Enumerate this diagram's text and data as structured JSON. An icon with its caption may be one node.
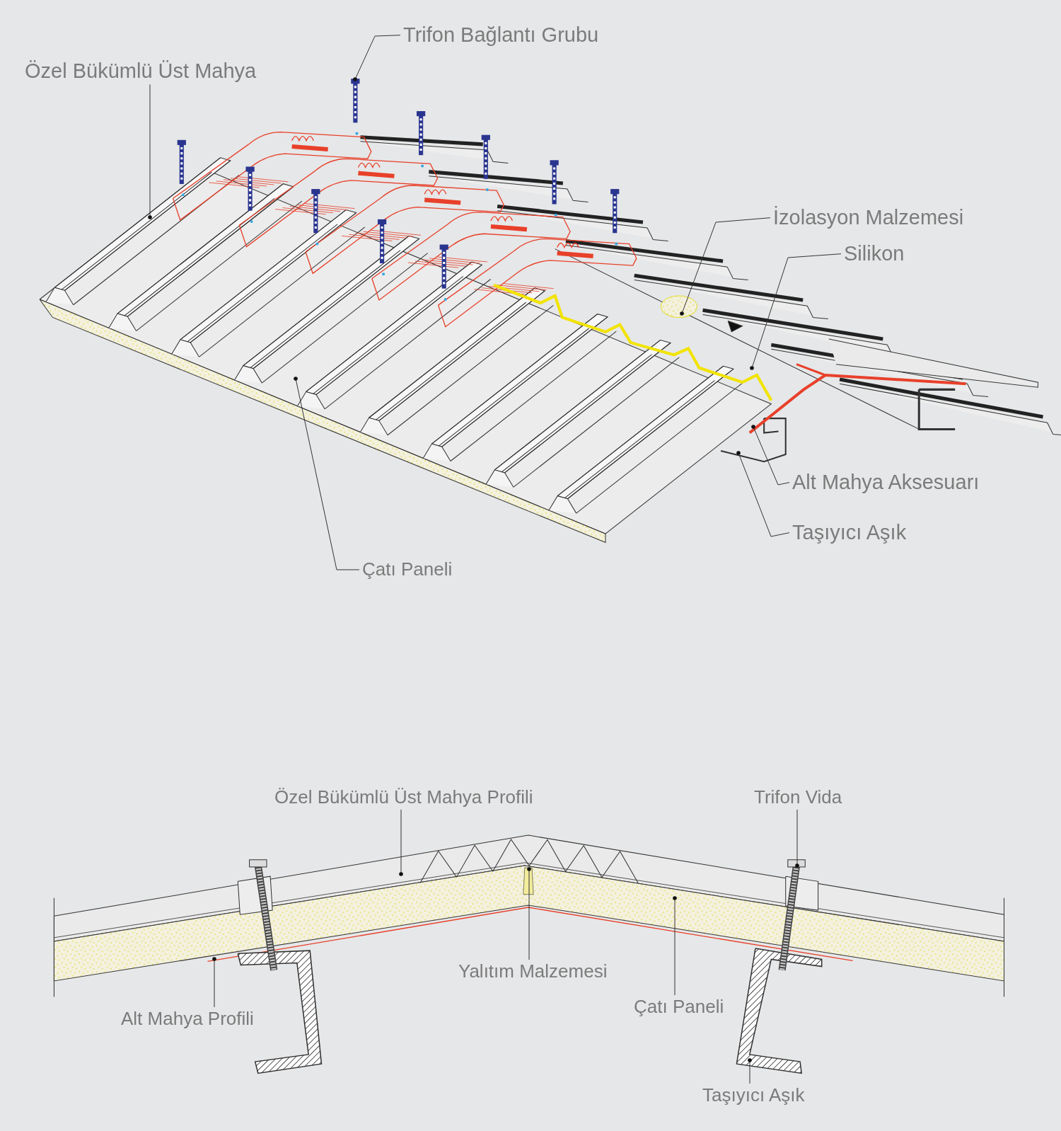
{
  "diagram": {
    "nodes": [
      {
        "text": [
          "Trifon Bağlantı Grubu"
        ]
      },
      {
        "text": [
          "Özel Bükümlü Üst Mahya"
        ]
      },
      {
        "text": [
          "İzolasyon Malzemesi"
        ]
      },
      {
        "text": [
          "Silikon"
        ]
      },
      {
        "text": [
          "Alt Mahya Aksesuarı"
        ]
      },
      {
        "text": [
          "Taşıyıcı Aşık"
        ]
      },
      {
        "text": [
          "Çatı Paneli"
        ]
      },
      {
        "text": [
          "Özel Bükümlü Üst Mahya Profili"
        ]
      },
      {
        "text": [
          "Trifon Vida"
        ]
      },
      {
        "text": [
          "Yalıtım Malzemesi"
        ]
      },
      {
        "text": [
          "Çatı Paneli"
        ]
      },
      {
        "text": [
          "Alt Mahya Profili"
        ]
      },
      {
        "text": [
          "Taşıyıcı Aşık"
        ]
      }
    ],
    "edges": [
      {
        "from": 0,
        "to": null,
        "arrow": "other"
      },
      {
        "from": 1,
        "to": null,
        "arrow": "other"
      },
      {
        "from": 2,
        "to": null,
        "arrow": "other"
      },
      {
        "from": 3,
        "to": null,
        "arrow": "other"
      },
      {
        "from": 4,
        "to": null,
        "arrow": "other"
      },
      {
        "from": 5,
        "to": null,
        "arrow": "other"
      },
      {
        "from": 6,
        "to": null,
        "arrow": "other"
      },
      {
        "from": 7,
        "to": null,
        "arrow": "other"
      },
      {
        "from": 8,
        "to": null,
        "arrow": "other"
      },
      {
        "from": 9,
        "to": null,
        "arrow": "other"
      },
      {
        "from": 10,
        "to": null,
        "arrow": "other"
      },
      {
        "from": 11,
        "to": null,
        "arrow": "other"
      },
      {
        "from": 12,
        "to": null,
        "arrow": "other"
      }
    ]
  }
}
